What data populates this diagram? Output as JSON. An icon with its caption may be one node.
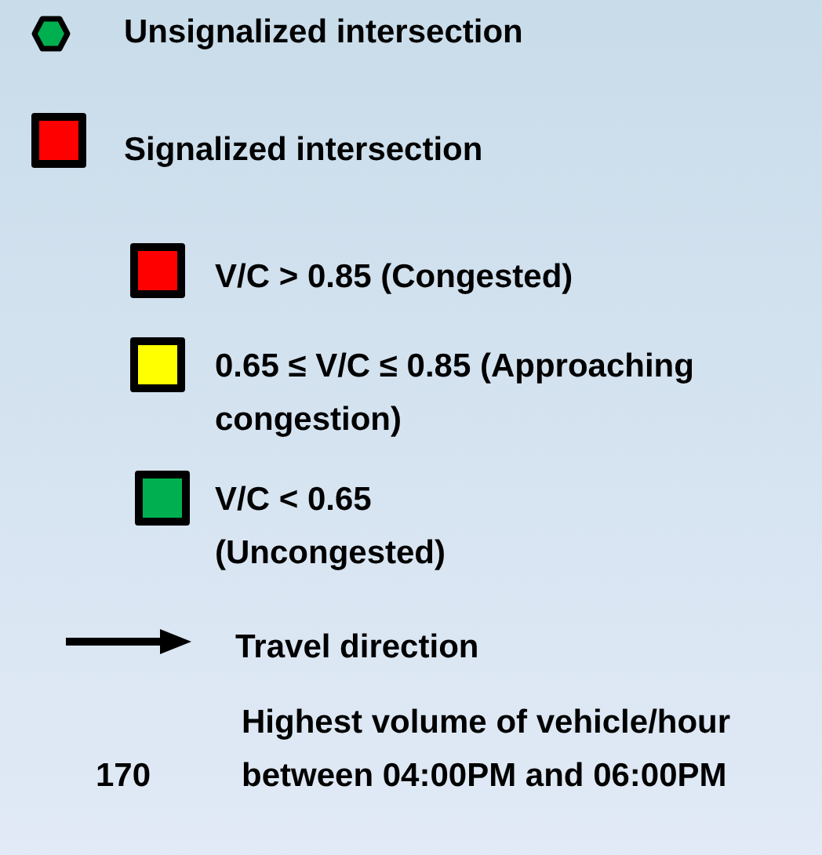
{
  "diagram": {
    "legend": [
      {
        "text": "Unsignalized intersection"
      },
      {
        "text": "Signalized intersection",
        "color": "#ff0000"
      },
      {
        "text": "V/C > 0.85 (Congested)",
        "color": "#ff0000"
      },
      {
        "text": "0.65 ≤ V/C ≤ 0.85 (Approaching congestion)",
        "color": "#ffff00"
      },
      {
        "text": "V/C < 0.65 (Uncongested)",
        "color": "#00b050"
      },
      {
        "text": "Travel direction"
      },
      {
        "text": "Highest volume of vehicle/hour between 04:00PM and 06:00PM"
      }
    ],
    "labels": [
      "170"
    ]
  }
}
